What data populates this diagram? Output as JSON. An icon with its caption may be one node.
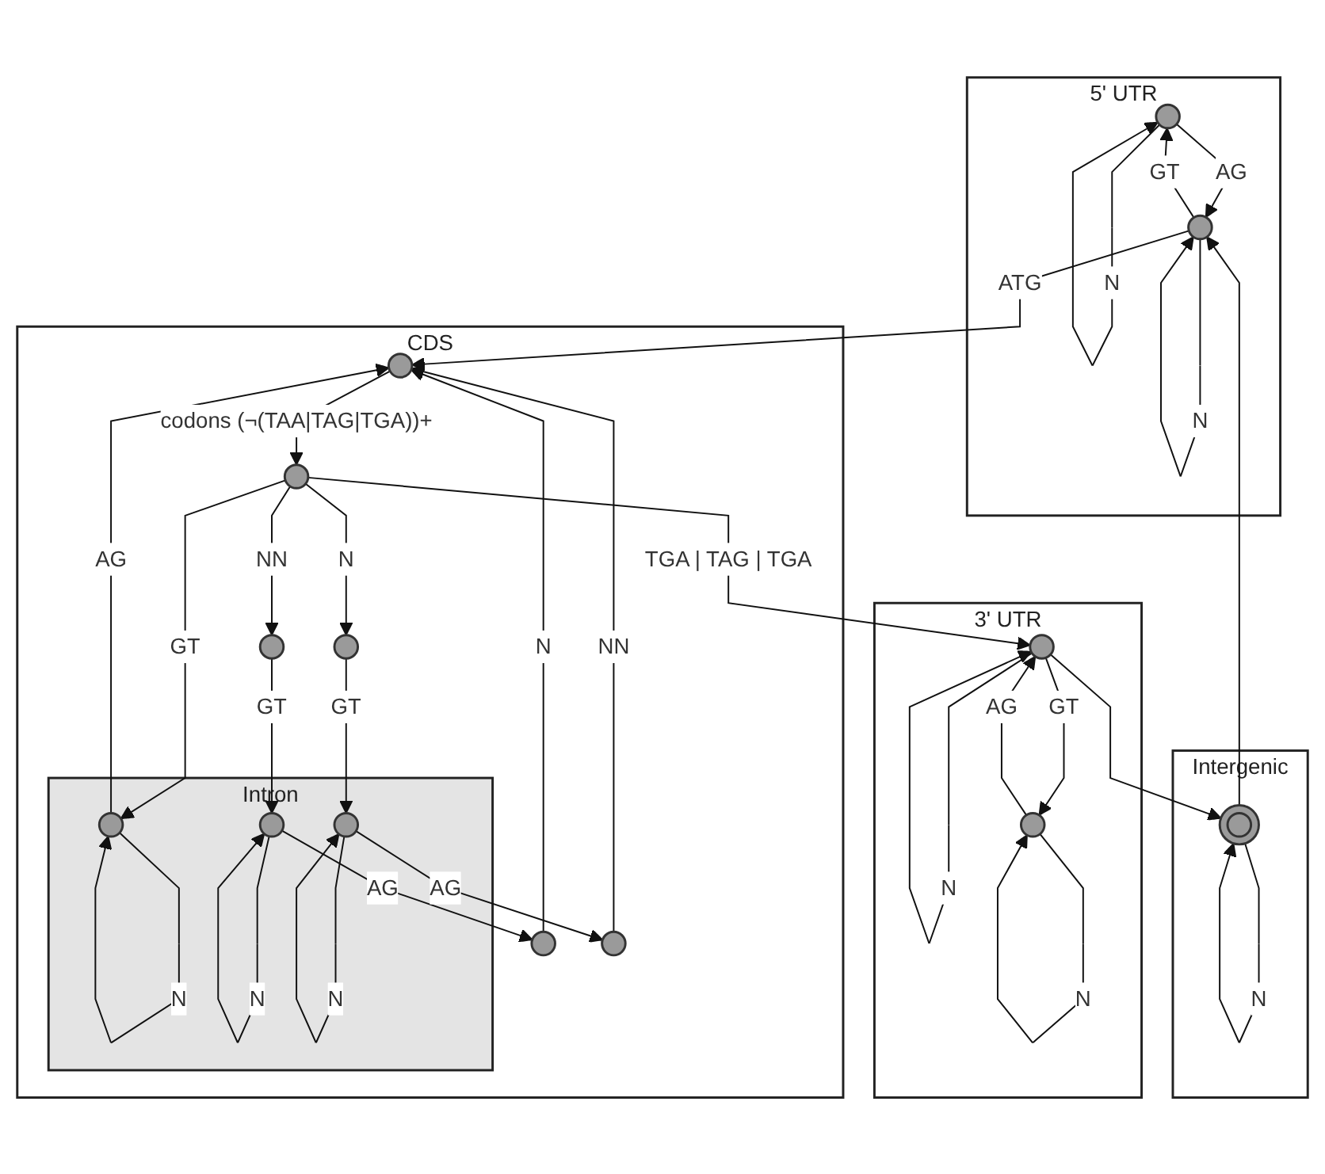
{
  "diagram": {
    "nodes": [
      {
        "text": [
          "5' UTR"
        ]
      },
      {
        "text": [],
        "shape": "circle",
        "in": 0
      },
      {
        "text": [],
        "shape": "circle",
        "in": 0
      },
      {
        "text": [
          "Intergenic"
        ]
      },
      {
        "text": [],
        "shape": "circle",
        "in": 3
      },
      {
        "text": [
          "3' UTR"
        ]
      },
      {
        "text": [],
        "shape": "circle",
        "in": 5
      },
      {
        "text": [],
        "shape": "circle",
        "in": 5
      },
      {
        "text": [
          "CDS"
        ]
      },
      {
        "text": [],
        "shape": "circle",
        "in": 8
      },
      {
        "text": [],
        "shape": "circle",
        "in": 8
      },
      {
        "text": [
          "Intron"
        ],
        "in": 8
      },
      {
        "text": [],
        "shape": "circle",
        "in": 11
      },
      {
        "text": [],
        "shape": "circle",
        "in": 11
      },
      {
        "text": [],
        "shape": "circle",
        "in": 11
      },
      {
        "text": [],
        "shape": "circle",
        "in": 8
      },
      {
        "text": [],
        "shape": "circle",
        "in": 8
      },
      {
        "text": [],
        "shape": "circle",
        "in": 8
      },
      {
        "text": [],
        "shape": "circle",
        "in": 8
      }
    ],
    "edges": [
      {
        "from": 1,
        "to": 1,
        "arrow": "to",
        "label": "N"
      },
      {
        "from": 2,
        "to": 2,
        "arrow": "to",
        "label": "N"
      },
      {
        "from": 1,
        "to": 2,
        "arrow": "to",
        "label": "AG"
      },
      {
        "from": 2,
        "to": 1,
        "arrow": "to",
        "label": "GT"
      },
      {
        "from": 4,
        "to": 4,
        "arrow": "to",
        "label": "N"
      },
      {
        "from": 4,
        "to": 2,
        "arrow": "to"
      },
      {
        "from": 6,
        "to": 4,
        "arrow": "to"
      },
      {
        "from": 6,
        "to": 6,
        "arrow": "to",
        "label": "N"
      },
      {
        "from": 7,
        "to": 7,
        "arrow": "to",
        "label": "N"
      },
      {
        "from": 7,
        "to": 6,
        "arrow": "to",
        "label": "AG"
      },
      {
        "from": 6,
        "to": 7,
        "arrow": "to",
        "label": "GT"
      },
      {
        "from": 2,
        "to": 9,
        "arrow": "to",
        "label": "ATG"
      },
      {
        "from": 9,
        "to": 10,
        "arrow": "to",
        "label": "codons (¬(TAA|TAG|TGA))+"
      },
      {
        "from": 10,
        "to": 6,
        "arrow": "to",
        "label": "TGA | TAG | TGA"
      },
      {
        "from": 10,
        "to": 12,
        "arrow": "to",
        "label": "GT"
      },
      {
        "from": 12,
        "to": 9,
        "arrow": "to",
        "label": "AG"
      },
      {
        "from": 12,
        "to": 12,
        "arrow": "to",
        "label": "N"
      },
      {
        "from": 10,
        "to": 17,
        "arrow": "to",
        "label": "NN"
      },
      {
        "from": 10,
        "to": 18,
        "arrow": "to",
        "label": "N"
      },
      {
        "from": 17,
        "to": 13,
        "arrow": "to",
        "label": "GT"
      },
      {
        "from": 13,
        "to": 13,
        "arrow": "to",
        "label": "N"
      },
      {
        "from": 13,
        "to": 15,
        "arrow": "to",
        "label": "AG"
      },
      {
        "from": 18,
        "to": 14,
        "arrow": "to",
        "label": "GT"
      },
      {
        "from": 14,
        "to": 14,
        "arrow": "to",
        "label": "N"
      },
      {
        "from": 14,
        "to": 16,
        "arrow": "to",
        "label": "AG"
      },
      {
        "from": 15,
        "to": 9,
        "arrow": "to",
        "label": "N"
      },
      {
        "from": 16,
        "to": 9,
        "arrow": "to",
        "label": "NN"
      }
    ]
  }
}
